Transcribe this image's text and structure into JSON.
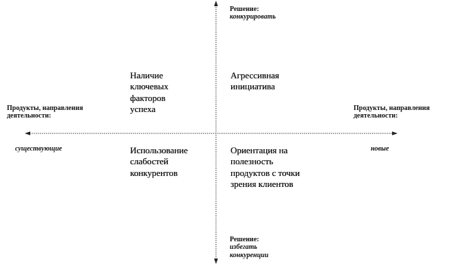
{
  "top_decision": {
    "label": "Решение:",
    "value": "конкурировать"
  },
  "bottom_decision": {
    "label": "Решение:",
    "value_lines": [
      "избегать",
      "конкуренции"
    ]
  },
  "left_axis": {
    "title_lines": [
      "Продукты, направления",
      "деятельности:"
    ],
    "value": "существующие"
  },
  "right_axis": {
    "title_lines": [
      "Продукты, направления",
      "деятельности:"
    ],
    "value": "новые"
  },
  "quadrants": {
    "top_left": [
      "Наличие",
      "ключевых",
      "факторов",
      "успеха"
    ],
    "top_right": [
      "Агрессивная",
      "инициатива"
    ],
    "bottom_left": [
      "Использование",
      "слабостей",
      "конкурентов"
    ],
    "bottom_right": [
      "Ориентация на",
      "полезность",
      "продуктов  с точки",
      "зрения клиентов"
    ]
  }
}
